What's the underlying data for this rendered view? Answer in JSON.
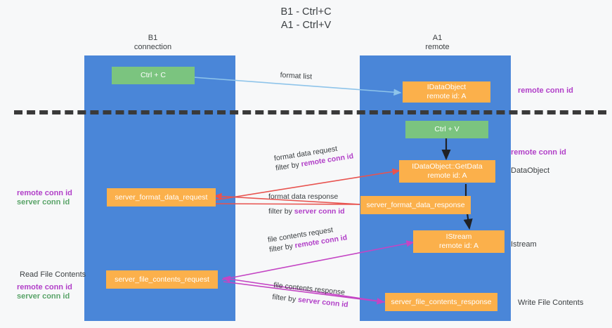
{
  "title": "B1 - Ctrl+C\nA1 - Ctrl+V",
  "columns": [
    {
      "name": "b1",
      "header": "B1\nconnection"
    },
    {
      "name": "a1",
      "header": "A1\nremote"
    }
  ],
  "boxes": [
    {
      "name": "ctrl-c-box",
      "label": "Ctrl + C",
      "color": "green"
    },
    {
      "name": "idataobject-box",
      "label": "IDataObject\nremote id: A",
      "color": "orange"
    },
    {
      "name": "ctrl-v-box",
      "label": "Ctrl + V",
      "color": "green"
    },
    {
      "name": "idataobject-getdata-box",
      "label": "IDataObject::GetData\nremote id: A",
      "color": "orange"
    },
    {
      "name": "server-format-data-request-box",
      "label": "server_format_data_request",
      "color": "orange"
    },
    {
      "name": "server-format-data-response-box",
      "label": "server_format_data_response",
      "color": "orange"
    },
    {
      "name": "istream-box",
      "label": "IStream\nremote id: A",
      "color": "orange"
    },
    {
      "name": "server-file-contents-request-box",
      "label": "server_file_contents_request",
      "color": "orange"
    },
    {
      "name": "server-file-contents-response-box",
      "label": "server_file_contents_response",
      "color": "orange"
    }
  ],
  "side_labels": {
    "right": [
      {
        "name": "right-label-remote-conn-id-1",
        "text": "remote conn id",
        "style": "purple"
      },
      {
        "name": "right-label-remote-conn-id-2",
        "text": "remote conn id",
        "style": "purple"
      },
      {
        "name": "right-label-dataobject",
        "text": "DataObject",
        "style": "plain"
      },
      {
        "name": "right-label-istream",
        "text": "Istream",
        "style": "plain"
      },
      {
        "name": "right-label-write-file-contents",
        "text": "Write File Contents",
        "style": "plain"
      }
    ],
    "left": [
      {
        "name": "left-label-remote-conn-id",
        "text": "remote conn id",
        "style": "purple"
      },
      {
        "name": "left-label-server-conn-id",
        "text": "server conn id",
        "style": "green"
      },
      {
        "name": "left-label-read-file-contents",
        "text": "Read File Contents",
        "style": "plain"
      },
      {
        "name": "left-label-remote-conn-id-2",
        "text": "remote conn id",
        "style": "purple"
      },
      {
        "name": "left-label-server-conn-id-2",
        "text": "server conn id",
        "style": "green"
      }
    ]
  },
  "edges": [
    {
      "name": "edge-format-list",
      "line1": "format list",
      "line2": "",
      "highlight": ""
    },
    {
      "name": "edge-format-data-request",
      "line1": "format data request",
      "line2": "filter by ",
      "highlight": "remote conn id"
    },
    {
      "name": "edge-format-data-response",
      "line1": "format data response",
      "line2": "filter by ",
      "highlight": "server conn id"
    },
    {
      "name": "edge-file-contents-request",
      "line1": "file contents request",
      "line2": "filter by ",
      "highlight": "remote conn id"
    },
    {
      "name": "edge-file-contents-response",
      "line1": "file contents response",
      "line2": "filter by ",
      "highlight": "server conn id"
    }
  ],
  "colors": {
    "column": "#4a86d8",
    "green_box": "#7bc47f",
    "orange_box": "#fbb04b",
    "purple": "#b13fc8",
    "green_text": "#5aa469",
    "arrow_light_blue": "#8ec4ea",
    "arrow_red": "#e8534f",
    "arrow_magenta": "#c445c4",
    "arrow_black": "#202124",
    "background": "#f7f8f9"
  }
}
